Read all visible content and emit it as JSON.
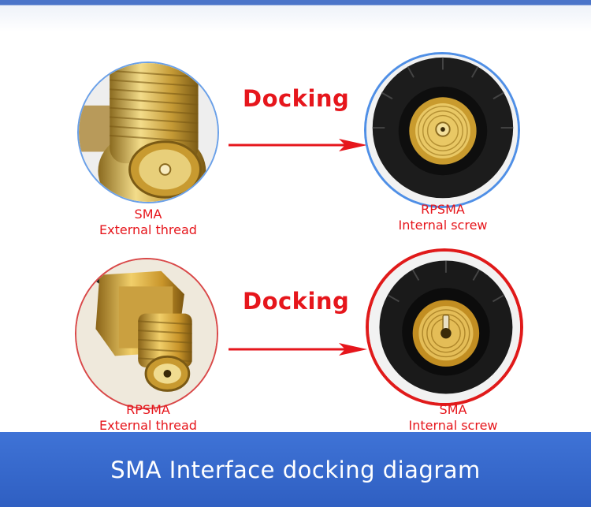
{
  "rows": [
    {
      "docking_label": "Docking",
      "left": {
        "line1": "SMA",
        "line2": "External thread"
      },
      "right": {
        "line1": "RPSMA",
        "line2": "Internal screw"
      }
    },
    {
      "docking_label": "Docking",
      "left": {
        "line1": "RPSMA",
        "line2": "External thread"
      },
      "right": {
        "line1": "SMA",
        "line2": "Internal screw"
      }
    }
  ],
  "footer": {
    "title": "SMA Interface docking diagram"
  },
  "colors": {
    "accent_red": "#e6161c",
    "footer_blue": "#3567cc",
    "ring_blue": "#4f8fe6",
    "ring_red": "#e01a1a",
    "gold": "#d6a93a"
  }
}
